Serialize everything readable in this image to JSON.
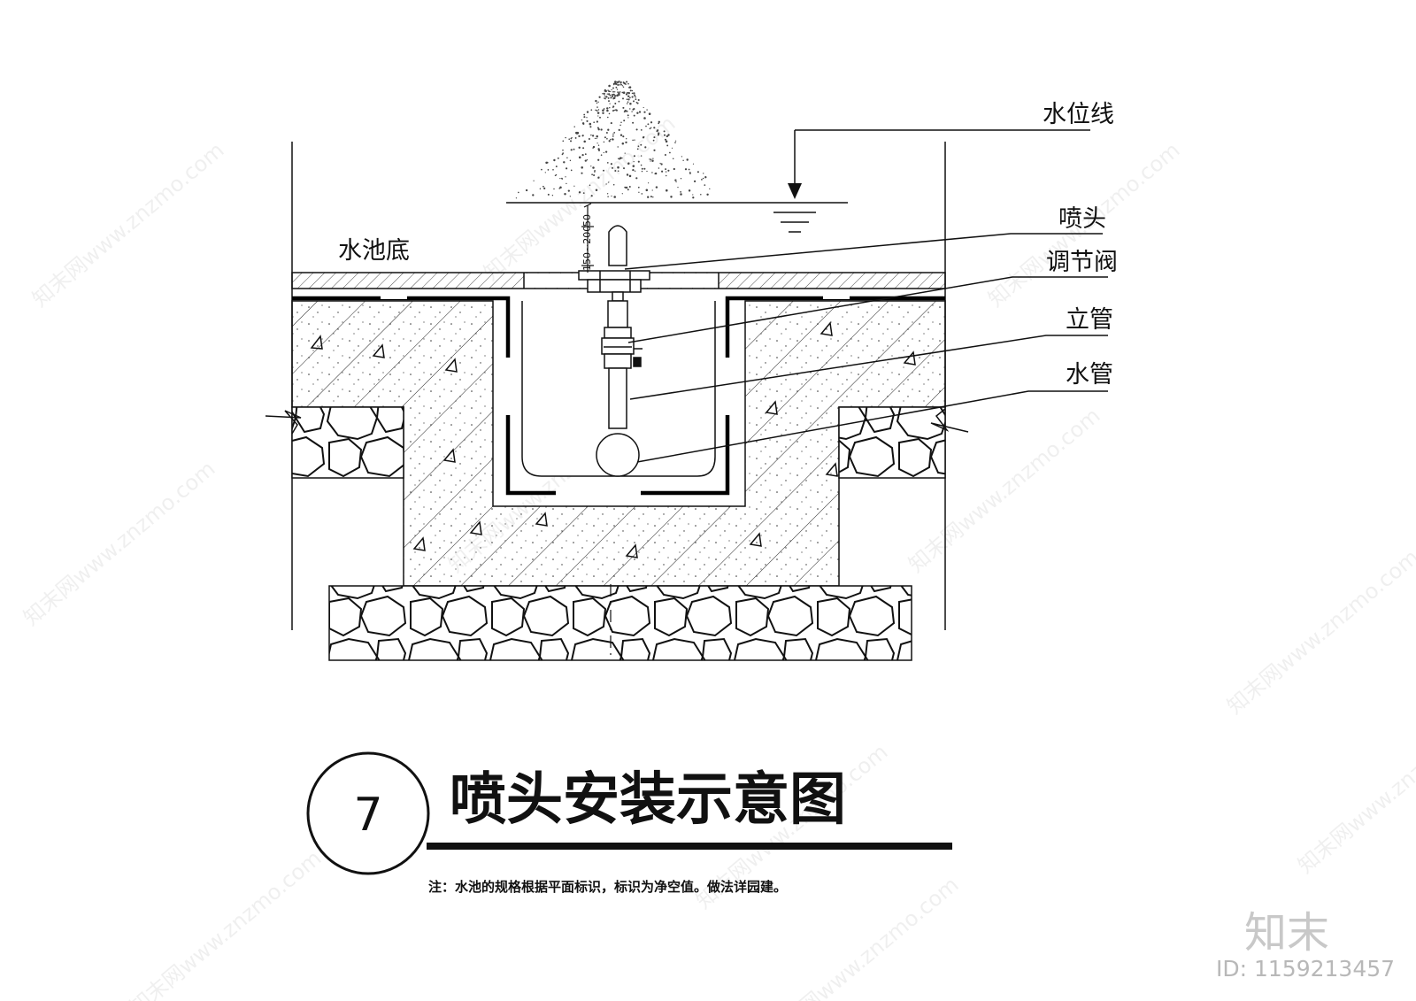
{
  "labels": {
    "water_level_line": "水位线",
    "pool_bottom": "水池底",
    "nozzle": "喷头",
    "regulating_valve": "调节阀",
    "riser_pipe": "立管",
    "water_pipe": "水管"
  },
  "dimensions": {
    "top": "50",
    "side": "150~200"
  },
  "title": {
    "number": "7",
    "text": "喷头安装示意图"
  },
  "note": "注：水池的规格根据平面标识，标识为净空值。做法详园建。",
  "branding": {
    "logo": "知末",
    "id": "ID: 1159213457",
    "watermark": "知末网www.znzmo.com"
  }
}
